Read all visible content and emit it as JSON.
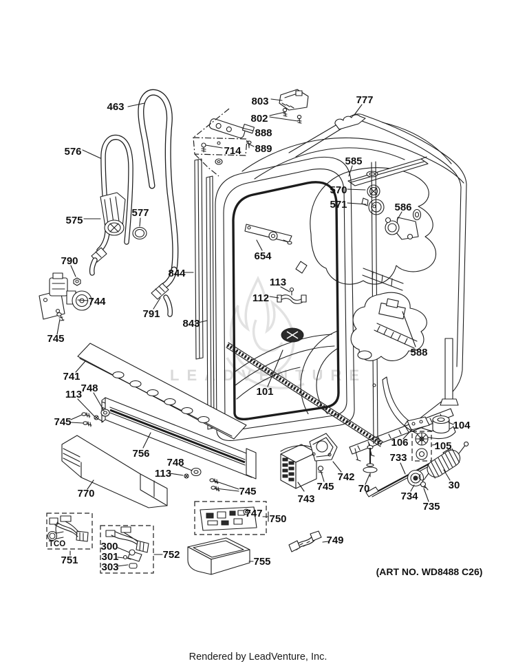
{
  "meta": {
    "art_no": "(ART NO. WD8488 C26)",
    "footer": "Rendered by LeadVenture, Inc.",
    "watermark": "LEADVENTURE"
  },
  "callouts": {
    "c463": "463",
    "c803": "803",
    "c802": "802",
    "c888": "888",
    "c714": "714",
    "c889": "889",
    "c777": "777",
    "c576": "576",
    "c585": "585",
    "c570": "570",
    "c571": "571",
    "c586": "586",
    "c575": "575",
    "c577": "577",
    "c654": "654",
    "c790": "790",
    "c844": "844",
    "c113a": "113",
    "c112": "112",
    "c744": "744",
    "c791": "791",
    "c843": "843",
    "c745a": "745",
    "c588": "588",
    "c741": "741",
    "c101": "101",
    "c748a": "748",
    "c113b": "113",
    "c745b": "745",
    "c104": "104",
    "c756": "756",
    "c106": "106",
    "c105": "105",
    "c733": "733",
    "c748b": "748",
    "c113c": "113",
    "c742": "742",
    "c70": "70",
    "c745c": "745",
    "c30": "30",
    "c770": "770",
    "c745d": "745",
    "c734": "734",
    "c743": "743",
    "c735": "735",
    "c747": "747",
    "c750": "750",
    "ctco": "TCO",
    "c300": "300",
    "c749": "749",
    "c301": "301",
    "c751": "751",
    "c752": "752",
    "c303": "303",
    "c755": "755"
  }
}
